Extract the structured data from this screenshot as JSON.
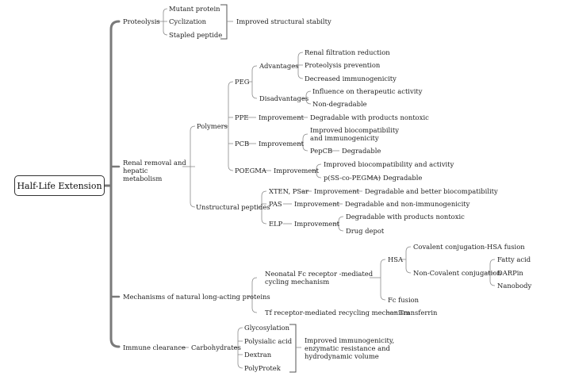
{
  "root": "Half-Life Extension",
  "colors": {
    "trunk": "#7a7a7a",
    "lines": "#8c8c8c",
    "text": "#222222"
  },
  "proteolysis": {
    "label": "Proteolysis",
    "items": [
      "Mutant protein",
      "Cyclization",
      "Stapled peptide"
    ],
    "result": "Improved structural stabilty"
  },
  "renal": {
    "label": "Renal removal and hepatic metabolism",
    "polymers": {
      "label": "Polymers",
      "peg": {
        "label": "PEG",
        "advantages": {
          "label": "Advantages",
          "items": [
            "Renal filtration reduction",
            "Proteolysis prevention",
            "Decreased immunogenicity"
          ]
        },
        "disadvantages": {
          "label": "Disadvantages",
          "items": [
            "Influence on therapeutic activity",
            "Non-degradable"
          ]
        }
      },
      "ppe": {
        "label": "PPE",
        "improvement": "Improvement",
        "result": "Degradable with products nontoxic"
      },
      "pcb": {
        "label": "PCB",
        "improvement": "Improvement",
        "result": "Improved biocompatibility and immunogenicity",
        "pepcb": "PepCB",
        "pepcb_result": "Degradable"
      },
      "poegma": {
        "label": "POEGMA",
        "improvement": "Improvement",
        "result": "Improved biocompatibility and activity",
        "sub": "p(SS-co-PEGMA)",
        "sub_result": "Degradable"
      }
    },
    "unstructural": {
      "label": "Unstructural peptides",
      "xten": {
        "label": "XTEN, PSar",
        "improvement": "Improvement",
        "result": "Degradable and better biocompatibility"
      },
      "pas": {
        "label": "PAS",
        "improvement": "Improvement",
        "result": "Degradable and non-immunogenicity"
      },
      "elp": {
        "label": "ELP",
        "improvement": "Improvement",
        "result1": "Degradable with products nontoxic",
        "result2": "Drug depot"
      }
    }
  },
  "natural": {
    "label": "Mechanisms of natural long-acting proteins",
    "fcrn": {
      "label": "Neonatal Fc receptor -mediated cycling mechanism",
      "hsa": {
        "label": "HSA",
        "covalent": "Covalent conjugation-HSA fusion",
        "noncovalent": "Non-Covalent conjugation",
        "noncov_items": [
          "Fatty acid",
          "DARPin",
          "Nanobody"
        ]
      },
      "fc": "Fc fusion"
    },
    "tf": {
      "label": "Tf receptor-mediated recycling mechanism",
      "result": "Transferrin"
    }
  },
  "immune": {
    "label": "Immune clearance",
    "carbs": {
      "label": "Carbohydrates",
      "items": [
        "Glycosylation",
        "Polysialic acid",
        "Dextran",
        "PolyProtek"
      ],
      "result": "Improved immunogenicity, enzymatic resistance and hydrodynamic volume"
    }
  }
}
